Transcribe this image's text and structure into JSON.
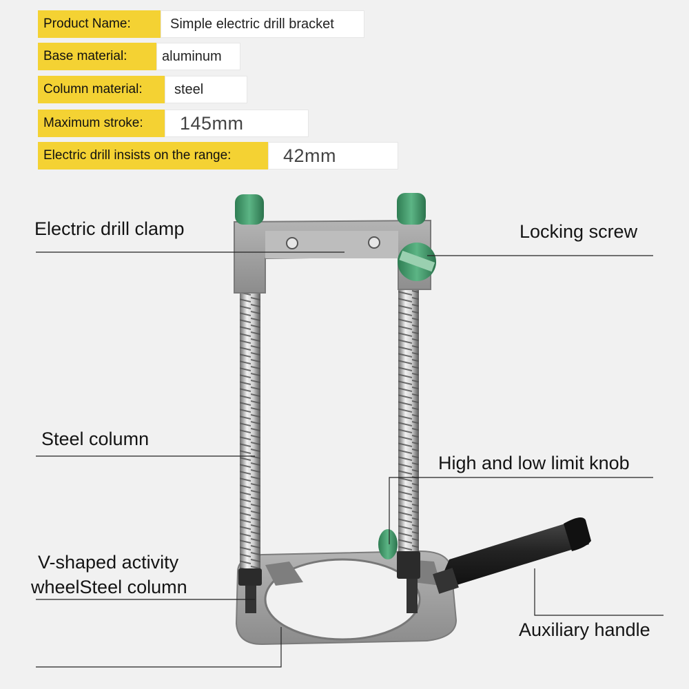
{
  "specs": [
    {
      "label": "Product Name:",
      "value": "Simple electric drill bracket"
    },
    {
      "label": "Base material:",
      "value": "aluminum"
    },
    {
      "label": "Column material:",
      "value": "steel"
    },
    {
      "label": "Maximum stroke:",
      "value": "145mm"
    },
    {
      "label": "Electric drill insists on the range:",
      "value": "42mm"
    }
  ],
  "callouts": {
    "drill_clamp": "Electric drill clamp",
    "locking_screw": "Locking screw",
    "steel_column": "Steel column",
    "limit_knob": "High and low limit knob",
    "v_wheel_line1": "V-shaped activity",
    "v_wheel_line2": "wheelSteel column",
    "aux_handle": "Auxiliary handle"
  },
  "colors": {
    "label_bg": "#f4d233",
    "green_cap": "#3f9a6a",
    "gray_body": "#9a9a9a",
    "handle": "#2b2b2b"
  }
}
